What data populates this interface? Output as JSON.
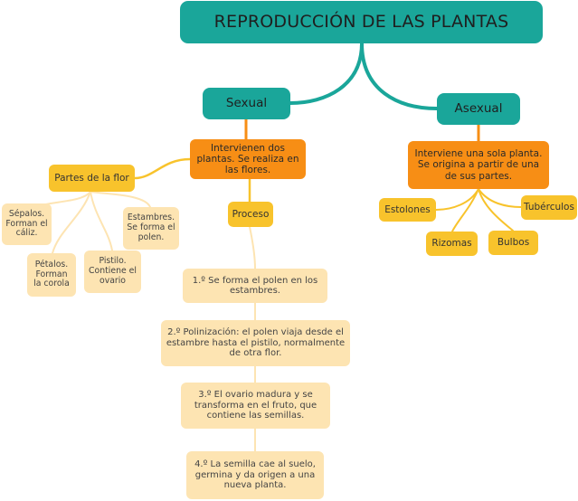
{
  "colors": {
    "teal": "#1aa69a",
    "orange": "#f78e15",
    "yellow": "#f8c32c",
    "cream": "#fde4b2"
  },
  "title": "REPRODUCCIÓN DE LAS PLANTAS",
  "sexual": {
    "label": "Sexual",
    "description": "Intervienen dos plantas. Se realiza en las flores.",
    "parts": {
      "label": "Partes de la flor",
      "items": [
        "Sépalos. Forman el cáliz.",
        "Pétalos. Forman la corola",
        "Pistilo. Contiene el ovario",
        "Estambres. Se forma el polen."
      ]
    },
    "process": {
      "label": "Proceso",
      "steps": [
        "1.º Se forma el polen en los estambres.",
        "2.º Polinización: el polen viaja desde el estambre hasta el pistilo, normalmente de otra flor.",
        "3.º El ovario madura y se transforma en el fruto, que contiene las semillas.",
        "4.º La semilla cae al suelo, germina y da origen a una nueva planta."
      ]
    }
  },
  "asexual": {
    "label": "Asexual",
    "description": "Interviene una sola planta. Se origina a partir de una de sus partes.",
    "types": [
      "Estolones",
      "Tubérculos",
      "Rizomas",
      "Bulbos"
    ]
  }
}
